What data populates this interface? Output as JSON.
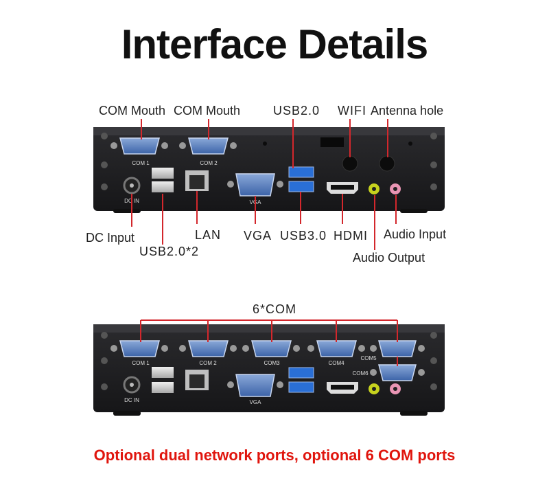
{
  "title": "Interface Details",
  "top_labels": {
    "com_mouth_1": "COM Mouth",
    "com_mouth_2": "COM Mouth",
    "usb20": "USB2.0",
    "wifi": "WIFI",
    "antenna": "Antenna hole",
    "dc_input": "DC Input",
    "usb20x2": "USB2.0*2",
    "lan": "LAN",
    "vga": "VGA",
    "usb30": "USB3.0",
    "hdmi": "HDMI",
    "audio_input": "Audio Input",
    "audio_output": "Audio Output"
  },
  "panel_text": {
    "com1": "COM 1",
    "com2": "COM 2",
    "com3": "COM3",
    "com4": "COM4",
    "com5": "COM5",
    "com6": "COM6",
    "dcin": "DC IN",
    "vga": "VGA"
  },
  "six_com": "6*COM",
  "footer": "Optional dual network ports, optional 6 COM ports",
  "colors": {
    "accent_red": "#e0150d",
    "line_red": "#d3272c",
    "chassis": "#1d1d1f",
    "port_blue": "#2a6fd6"
  }
}
